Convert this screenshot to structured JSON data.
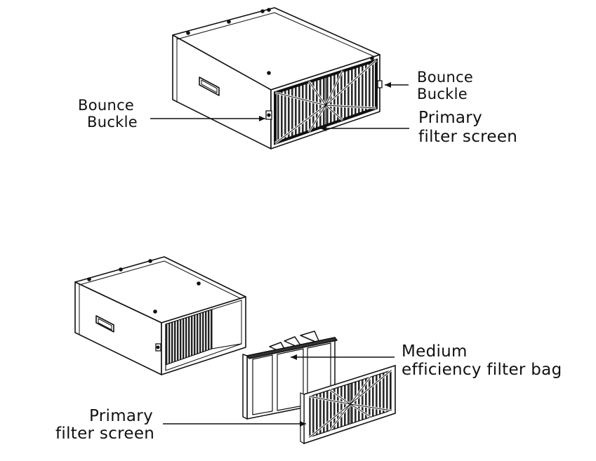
{
  "labels": {
    "top_right_line1": "Bounce",
    "top_right_line2": "Buckle",
    "top_left_line1": "Bounce",
    "top_left_line2": "Buckle",
    "top_primary_line1": "Primary",
    "top_primary_line2": "filter screen",
    "bottom_medium_line1": "Medium",
    "bottom_medium_line2": "efficiency filter bag",
    "bottom_primary_line1": "Primary",
    "bottom_primary_line2": "filter screen"
  },
  "colors": {
    "ink": "#111111",
    "background": "#ffffff"
  }
}
